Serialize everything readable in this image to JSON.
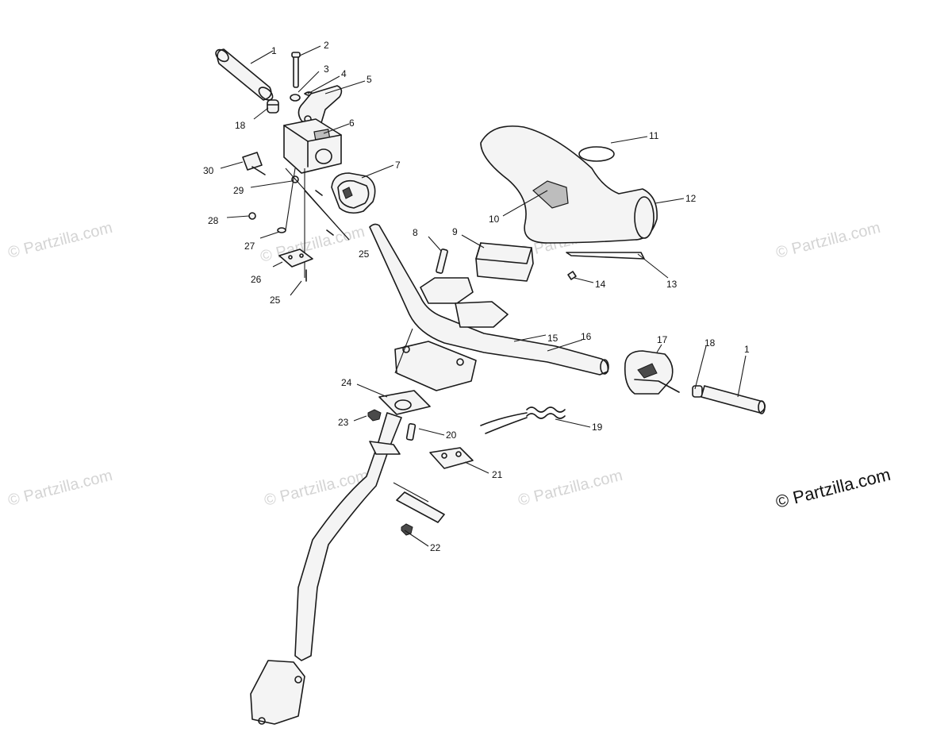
{
  "watermark": {
    "text": "© Partzilla.com",
    "primary_text": "© Partzilla.com"
  },
  "callouts": {
    "c1a": "1",
    "c1b": "1",
    "c2": "2",
    "c3": "3",
    "c4": "4",
    "c5": "5",
    "c6": "6",
    "c7": "7",
    "c8": "8",
    "c9": "9",
    "c10": "10",
    "c11": "11",
    "c12": "12",
    "c13": "13",
    "c14": "14",
    "c15": "15",
    "c16": "16",
    "c17": "17",
    "c18a": "18",
    "c18b": "18",
    "c19": "19",
    "c20": "20",
    "c21": "21",
    "c22": "22",
    "c23": "23",
    "c24": "24",
    "c25a": "25",
    "c25b": "25",
    "c26": "26",
    "c27": "27",
    "c28": "28",
    "c29": "29",
    "c30": "30"
  }
}
